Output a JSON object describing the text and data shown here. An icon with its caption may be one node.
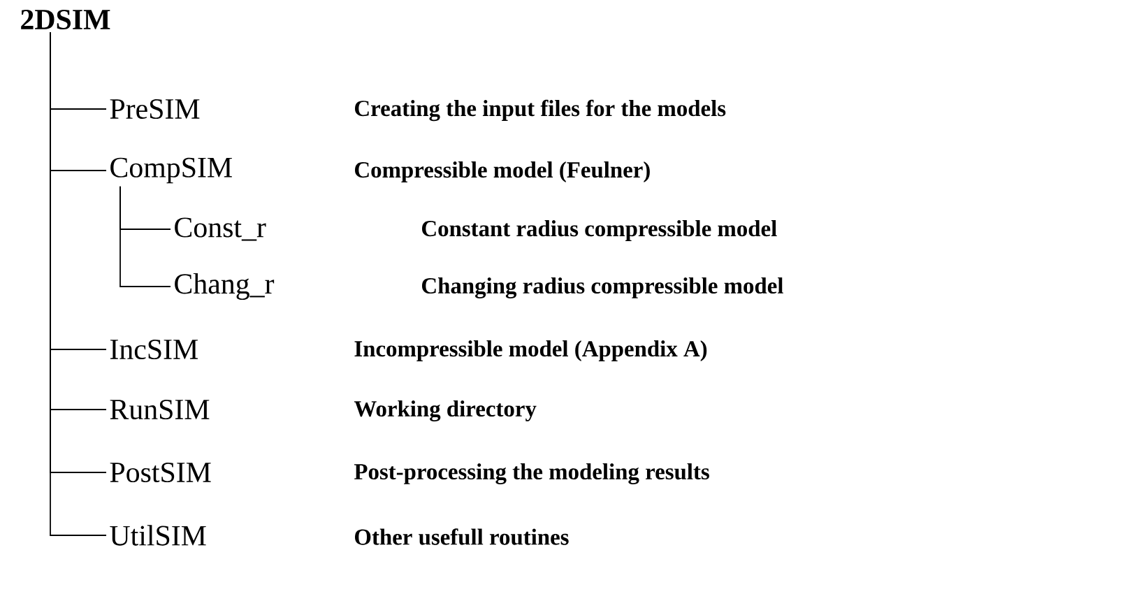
{
  "diagram": {
    "nodes": [
      {
        "text": [
          "2DSIM"
        ]
      },
      {
        "text": [
          "PreSIM"
        ]
      },
      {
        "text": [
          "CompSIM"
        ]
      },
      {
        "text": [
          "Const_r"
        ]
      },
      {
        "text": [
          "Chang_r"
        ]
      },
      {
        "text": [
          "IncSIM"
        ]
      },
      {
        "text": [
          "RunSIM"
        ]
      },
      {
        "text": [
          "PostSIM"
        ]
      },
      {
        "text": [
          "UtilSIM"
        ]
      }
    ],
    "edges": [
      {
        "from": 0,
        "to": 1,
        "arrow": "none"
      },
      {
        "from": 0,
        "to": 2,
        "arrow": "none"
      },
      {
        "from": 2,
        "to": 3,
        "arrow": "none"
      },
      {
        "from": 2,
        "to": 4,
        "arrow": "none"
      },
      {
        "from": 0,
        "to": 5,
        "arrow": "none"
      },
      {
        "from": 0,
        "to": 6,
        "arrow": "none"
      },
      {
        "from": 0,
        "to": 7,
        "arrow": "none"
      },
      {
        "from": 0,
        "to": 8,
        "arrow": "none"
      }
    ],
    "labels": [
      "Creating the input files for the models",
      "Compressible model (Feulner)",
      "Constant radius compressible model",
      "Changing radius compressible model",
      "Incompressible model (Appendix A)",
      "Working directory",
      "Post-processing the modeling results",
      "Other usefull routines"
    ]
  }
}
